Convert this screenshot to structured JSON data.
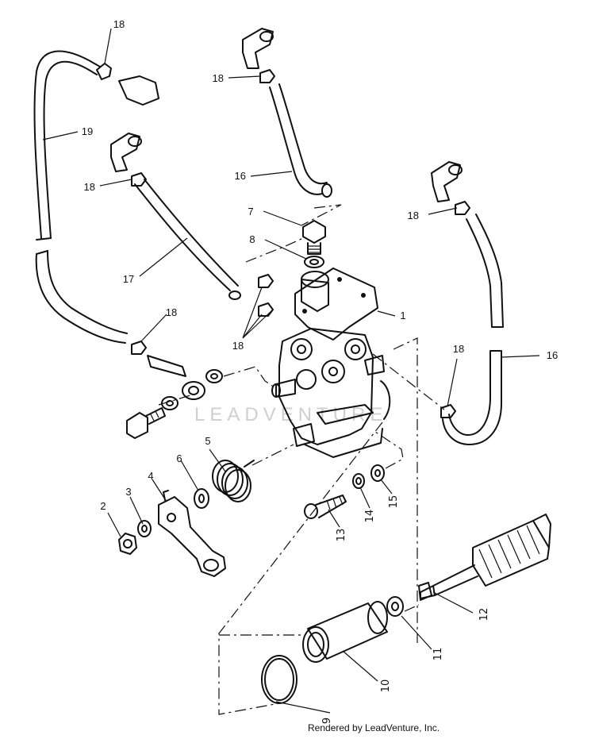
{
  "diagram": {
    "callouts": {
      "c1": "1",
      "c2": "2",
      "c3": "3",
      "c4": "4",
      "c5": "5",
      "c6": "6",
      "c7": "7",
      "c8": "8",
      "c9": "9",
      "c10": "10",
      "c11": "11",
      "c12": "12",
      "c13": "13",
      "c14": "14",
      "c15": "15",
      "c16a": "16",
      "c16b": "16",
      "c17": "17",
      "c18a": "18",
      "c18b": "18",
      "c18c": "18",
      "c18d": "18",
      "c18e": "18",
      "c18f": "18",
      "c18g": "18",
      "c19": "19"
    },
    "watermark": "LEADVENTURE",
    "credit": "Rendered by LeadVenture, Inc."
  },
  "colors": {
    "ink": "#111111",
    "background": "#ffffff",
    "watermark": "#cfcfcf"
  }
}
